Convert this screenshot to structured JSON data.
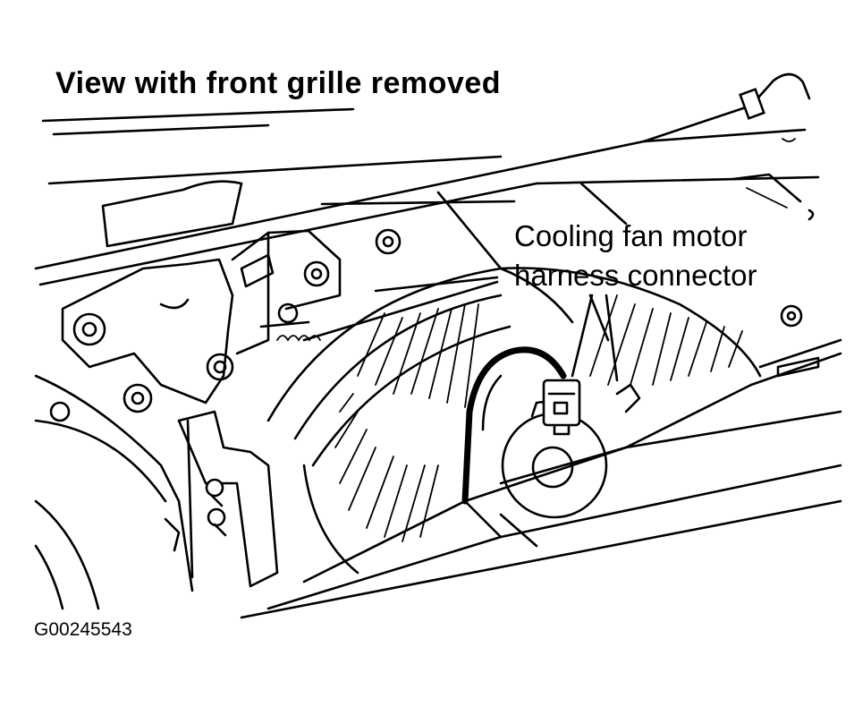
{
  "diagram": {
    "title": "View with front grille removed",
    "callout": {
      "line1": "Cooling fan motor",
      "line2": "harness connector"
    },
    "figure_id": "G00245543",
    "colors": {
      "ink": "#000000",
      "paper": "#ffffff"
    }
  }
}
